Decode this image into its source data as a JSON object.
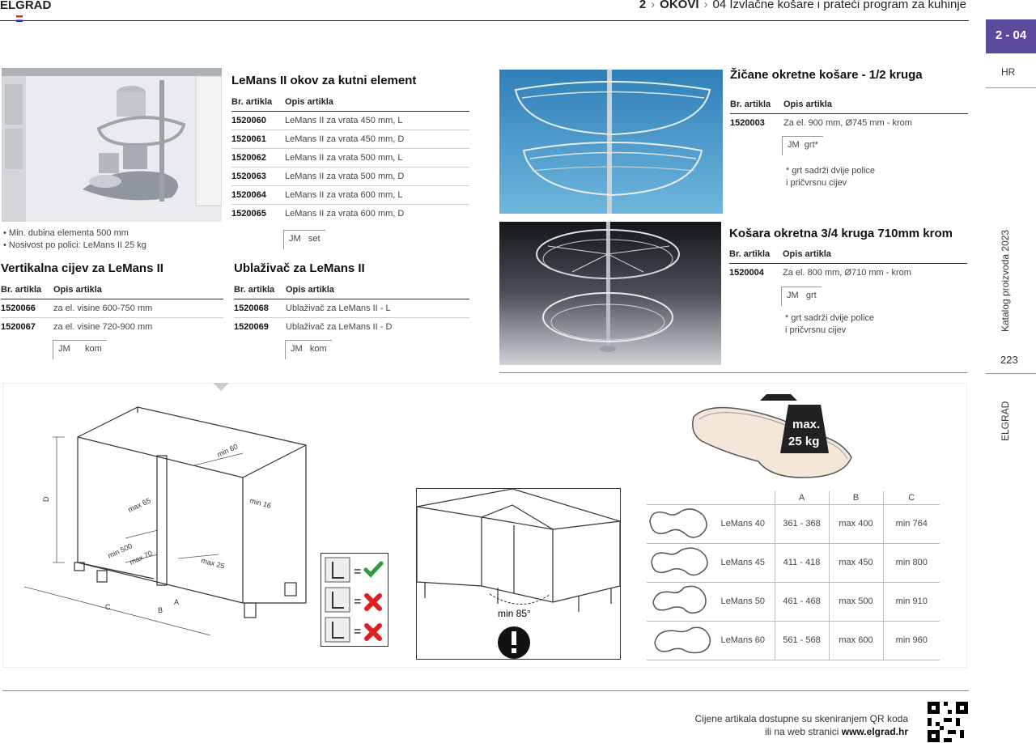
{
  "header": {
    "brand": "ELGRAD",
    "crumb_num": "2",
    "crumb_section": "OKOVI",
    "crumb_sub_num": "04",
    "crumb_sub": "Izvlačne košare i prateći program za kuhinje",
    "chapter_tab": "2 - 04",
    "lang": "HR",
    "catalog": "Katalog proizvoda 2023",
    "page": "223",
    "side_brand": "ELGRAD"
  },
  "product_lemans": {
    "title": "LeMans II okov za kutni element",
    "col_code": "Br. artikla",
    "col_desc": "Opis artikla",
    "rows": [
      {
        "code": "1520060",
        "desc": "LeMans II za vrata 450 mm, L"
      },
      {
        "code": "1520061",
        "desc": "LeMans II za vrata 450 mm, D"
      },
      {
        "code": "1520062",
        "desc": "LeMans II za vrata 500 mm, L"
      },
      {
        "code": "1520063",
        "desc": "LeMans II za vrata 500 mm, D"
      },
      {
        "code": "1520064",
        "desc": "LeMans II za vrata 600 mm, L"
      },
      {
        "code": "1520065",
        "desc": "LeMans II za vrata 600 mm, D"
      }
    ],
    "jm": "JM",
    "unit": "set",
    "bullets": [
      "Min. dubina elementa 500 mm",
      "Nosivost po polici: LeMans II 25 kg"
    ]
  },
  "product_cijev": {
    "title": "Vertikalna cijev za LeMans II",
    "col_code": "Br. artikla",
    "col_desc": "Opis artikla",
    "rows": [
      {
        "code": "1520066",
        "desc": "za el. visine 600-750 mm"
      },
      {
        "code": "1520067",
        "desc": "za el. visine 720-900 mm"
      }
    ],
    "jm": "JM",
    "unit": "kom"
  },
  "product_ublazivac": {
    "title": "Ublaživač za LeMans II",
    "col_code": "Br. artikla",
    "col_desc": "Opis artikla",
    "rows": [
      {
        "code": "1520068",
        "desc": "Ublaživač za LeMans II - L"
      },
      {
        "code": "1520069",
        "desc": "Ublaživač za LeMans II - D"
      }
    ],
    "jm": "JM",
    "unit": "kom"
  },
  "product_zicane": {
    "title": "Žičane okretne košare - 1/2 kruga",
    "col_code": "Br. artikla",
    "col_desc": "Opis artikla",
    "rows": [
      {
        "code": "1520003",
        "desc": "Za el. 900 mm, Ø745 mm - krom"
      }
    ],
    "jm": "JM",
    "unit": "grt*",
    "note1": "* grt sadrži dvije police",
    "note2": "i pričvrsnu cijev"
  },
  "product_kosara": {
    "title": "Košara okretna 3/4 kruga 710mm krom",
    "col_code": "Br. artikla",
    "col_desc": "Opis artikla",
    "rows": [
      {
        "code": "1520004",
        "desc": "Za el. 800 mm, Ø710 mm - krom"
      }
    ],
    "jm": "JM",
    "unit": "grt",
    "note1": "* grt sadrži dvije police",
    "note2": "i pričvrsnu cijev"
  },
  "diagram": {
    "dims": {
      "min60": "min 60",
      "min16": "min 16",
      "max65": "max 65",
      "min500": "min 500",
      "max70": "max 70",
      "max25": "max 25",
      "D": "D",
      "A": "A",
      "B": "B",
      "C": "C"
    },
    "min85": "min 85°",
    "weight_line1": "max.",
    "weight_line2": "25 kg",
    "table_head": [
      "A",
      "B",
      "C"
    ],
    "models": [
      {
        "name": "LeMans 40",
        "a": "361 - 368",
        "b": "max 400",
        "c": "min 764"
      },
      {
        "name": "LeMans 45",
        "a": "411 - 418",
        "b": "max 450",
        "c": "min 800"
      },
      {
        "name": "LeMans 50",
        "a": "461 - 468",
        "b": "max 500",
        "c": "min 910"
      },
      {
        "name": "LeMans 60",
        "a": "561 - 568",
        "b": "max 600",
        "c": "min 960"
      }
    ],
    "colors": {
      "ok": "#2e9b3e",
      "bad": "#e02020"
    }
  },
  "footer": {
    "line1": "Cijene artikala dostupne su skeniranjem QR koda",
    "line2_prefix": "ili na web stranici ",
    "line2_link": "www.elgrad.hr"
  }
}
